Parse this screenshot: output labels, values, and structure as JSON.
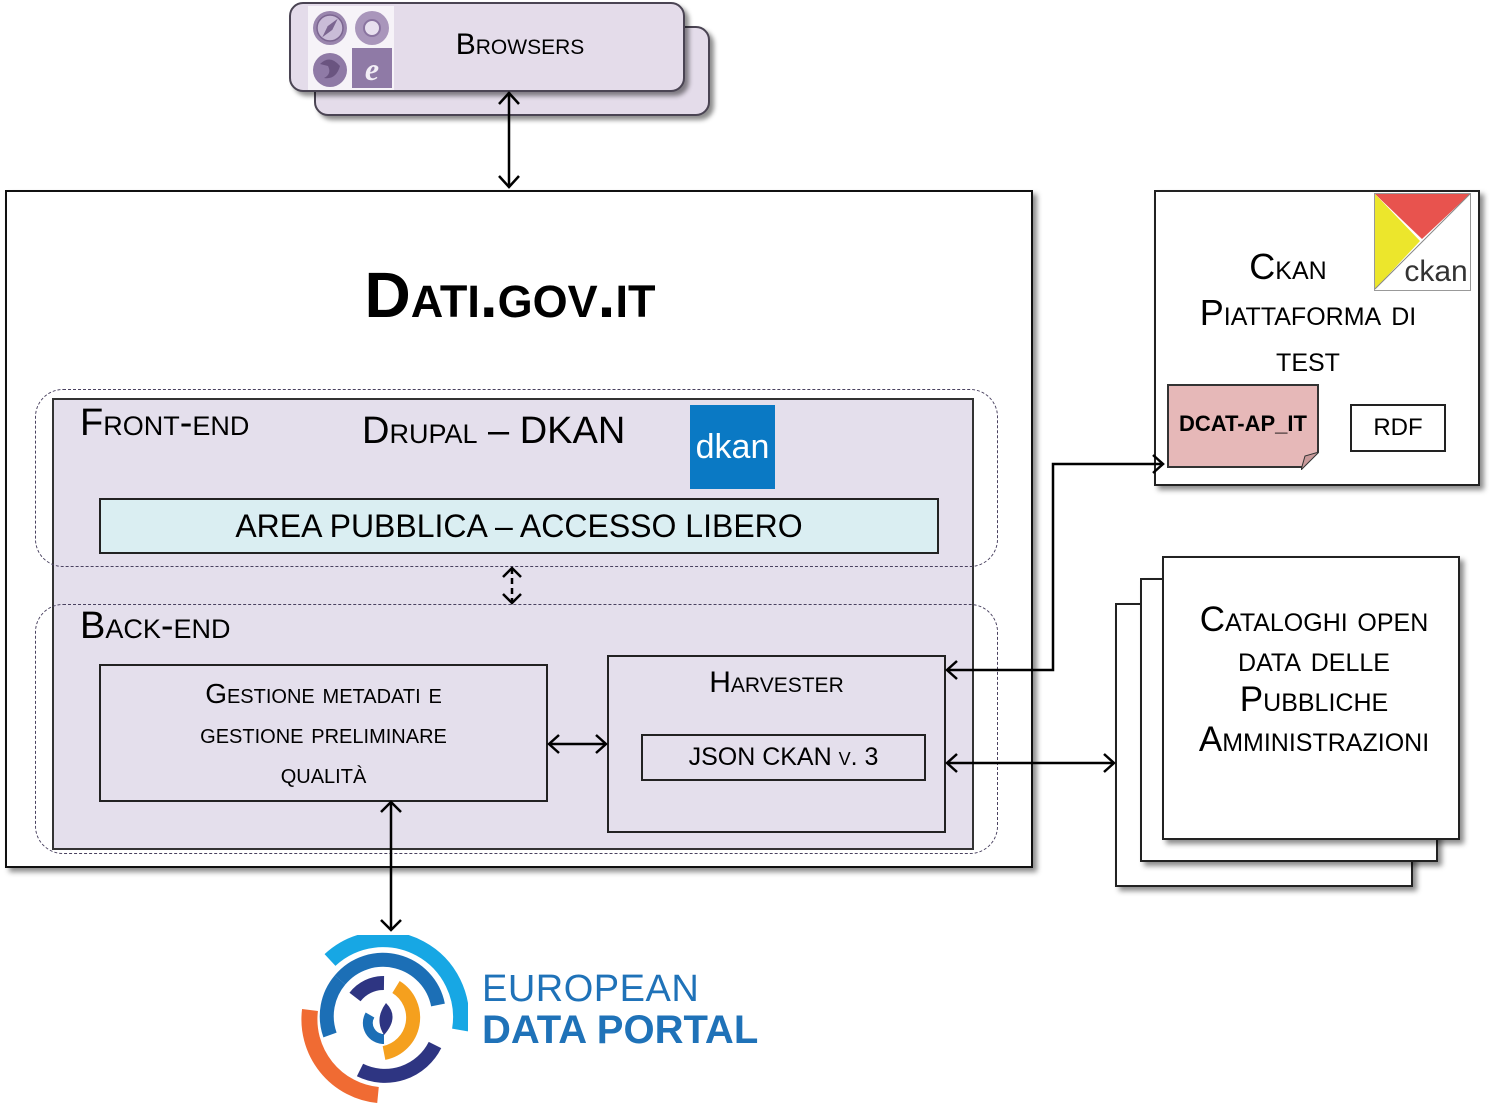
{
  "browsers": {
    "label": "Browsers",
    "icons": [
      "safari-icon",
      "chrome-icon",
      "firefox-icon",
      "internet-explorer-icon"
    ]
  },
  "main": {
    "title": "Dati.gov.it",
    "front_end": {
      "label": "Front-end",
      "platform": "Drupal – DKAN",
      "logo_text": "dkan",
      "public_area": "AREA PUBBLICA – ACCESSO LIBERO"
    },
    "back_end": {
      "label": "Back-end",
      "gestione": [
        "Gestione metadati e",
        "gestione preliminare",
        "qualità"
      ],
      "harvester": {
        "label": "Harvester",
        "format": "JSON CKAN v. 3"
      }
    }
  },
  "ckan": {
    "title_lines": [
      "Ckan",
      "Piattaforma di",
      "test"
    ],
    "logo_text": "ckan",
    "dcat": "DCAT-AP_IT",
    "rdf": "RDF"
  },
  "cataloghi": {
    "lines": [
      "Cataloghi open",
      "data delle",
      "Pubbliche",
      "Amministrazioni"
    ]
  },
  "edp": {
    "line1": "EUROPEAN",
    "line2": "DATA PORTAL"
  },
  "colors": {
    "browser_fill": "#e4dcea",
    "panel_fill": "#e4dfec",
    "public_area_fill": "#daeef2",
    "dkan_blue": "#0a79c4",
    "dcat_fill": "#e6b8b8",
    "ckan_red": "#e8534e",
    "ckan_yellow": "#ece62c",
    "edp_blue": "#1f72b8"
  }
}
